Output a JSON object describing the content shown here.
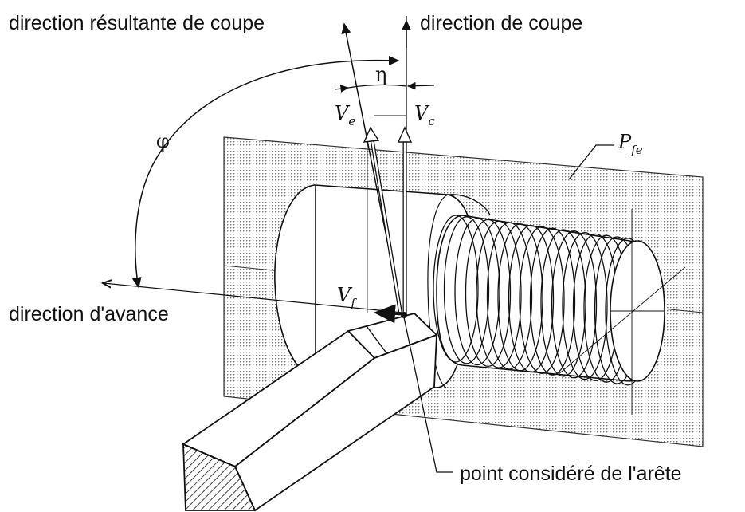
{
  "labels": {
    "resultant_direction": "direction résultante de coupe",
    "cutting_direction": "direction de coupe",
    "feed_direction": "direction d'avance",
    "edge_point": "point considéré de l'arête",
    "eta": "η",
    "phi": "φ",
    "ve_main": "V",
    "ve_sub": "e",
    "vc_main": "V",
    "vc_sub": "c",
    "vf_main": "V",
    "vf_sub": "f",
    "pfe_main": "P",
    "pfe_sub": "fe"
  }
}
